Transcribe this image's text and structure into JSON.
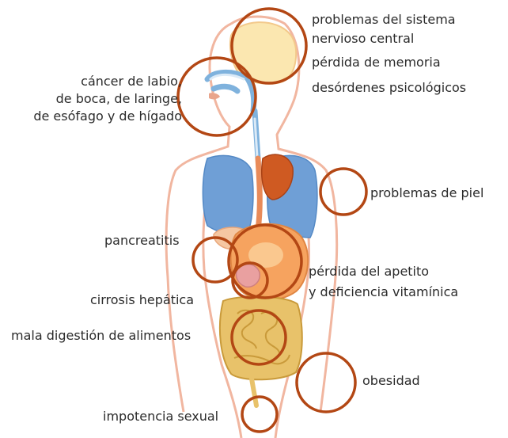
{
  "colors": {
    "ring": "#b34714",
    "body_outline": "#f1b6a0",
    "head_fill": "#fbe7b0",
    "airway": "#7fb2dd",
    "lungs": "#6f9fd6",
    "liver": "#cf5a22",
    "stomach": "#f6a35f",
    "intestine": "#e8c26a",
    "text": "#2b2b2b"
  },
  "labels": {
    "nervous_system_1": "problemas del sistema",
    "nervous_system_2": "nervioso central",
    "memory_loss": "pérdida de memoria",
    "psych": "desórdenes psicológicos",
    "cancer_1": "cáncer de labio,",
    "cancer_2": "de boca, de laringe,",
    "cancer_3": "de esófago y de hígado",
    "skin": "problemas de piel",
    "pancreatitis": "pancreatitis",
    "appetite_1": "pérdida del apetito",
    "appetite_2": "y deficiencia vitamínica",
    "cirrhosis": "cirrosis hepática",
    "digestion": "mala digestión de alimentos",
    "obesity": "obesidad",
    "impotence": "impotencia sexual"
  },
  "icons": [
    "body-silhouette",
    "brain",
    "airway",
    "lungs",
    "liver",
    "stomach",
    "intestine",
    "highlight-rings"
  ]
}
